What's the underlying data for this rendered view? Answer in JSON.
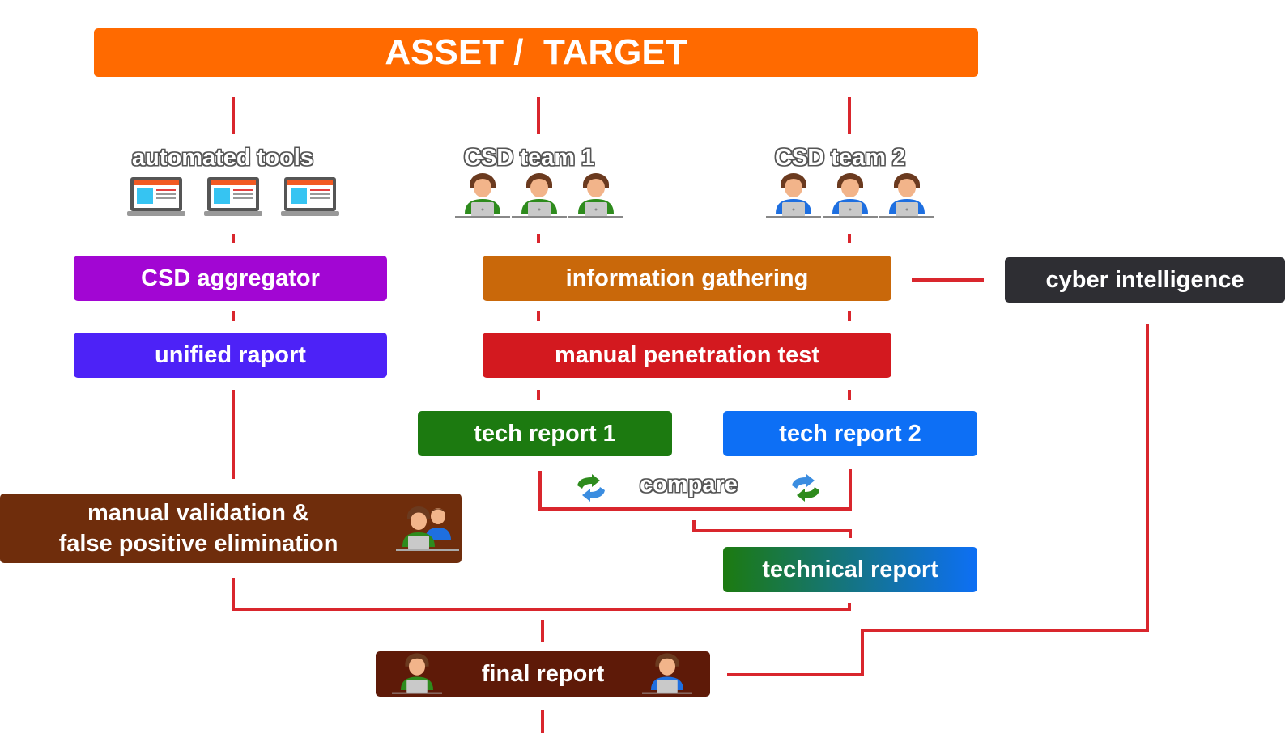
{
  "title": "ASSET /  TARGET",
  "columns": {
    "automated": "automated tools",
    "team1": "CSD team 1",
    "team2": "CSD team 2"
  },
  "boxes": {
    "csd_aggregator": "CSD aggregator",
    "unified_report": "unified raport",
    "information_gathering": "information gathering",
    "cyber_intelligence": "cyber intelligence",
    "manual_pentest": "manual penetration test",
    "tech_report_1": "tech report 1",
    "tech_report_2": "tech report 2",
    "compare": "compare",
    "manual_validation_line1": "manual validation &",
    "manual_validation_line2": "false positive elimination",
    "technical_report": "technical report",
    "final_report": "final report"
  },
  "colors": {
    "title": "#ff6a00",
    "aggregator": "#a206d3",
    "unified": "#4d22f7",
    "info_gathering": "#c9680a",
    "cyber_intel": "#2e2e33",
    "pentest": "#d3191f",
    "tech1": "#1c7a10",
    "tech2": "#0d6ff5",
    "validation": "#6f2d0c",
    "final": "#5e1a08",
    "connector": "#d9262d",
    "team1_shirt": "#2e8b1d",
    "team2_shirt": "#1e6fe0"
  },
  "icons": [
    "laptop-icon",
    "person-at-laptop-icon",
    "swap-arrows-icon"
  ]
}
